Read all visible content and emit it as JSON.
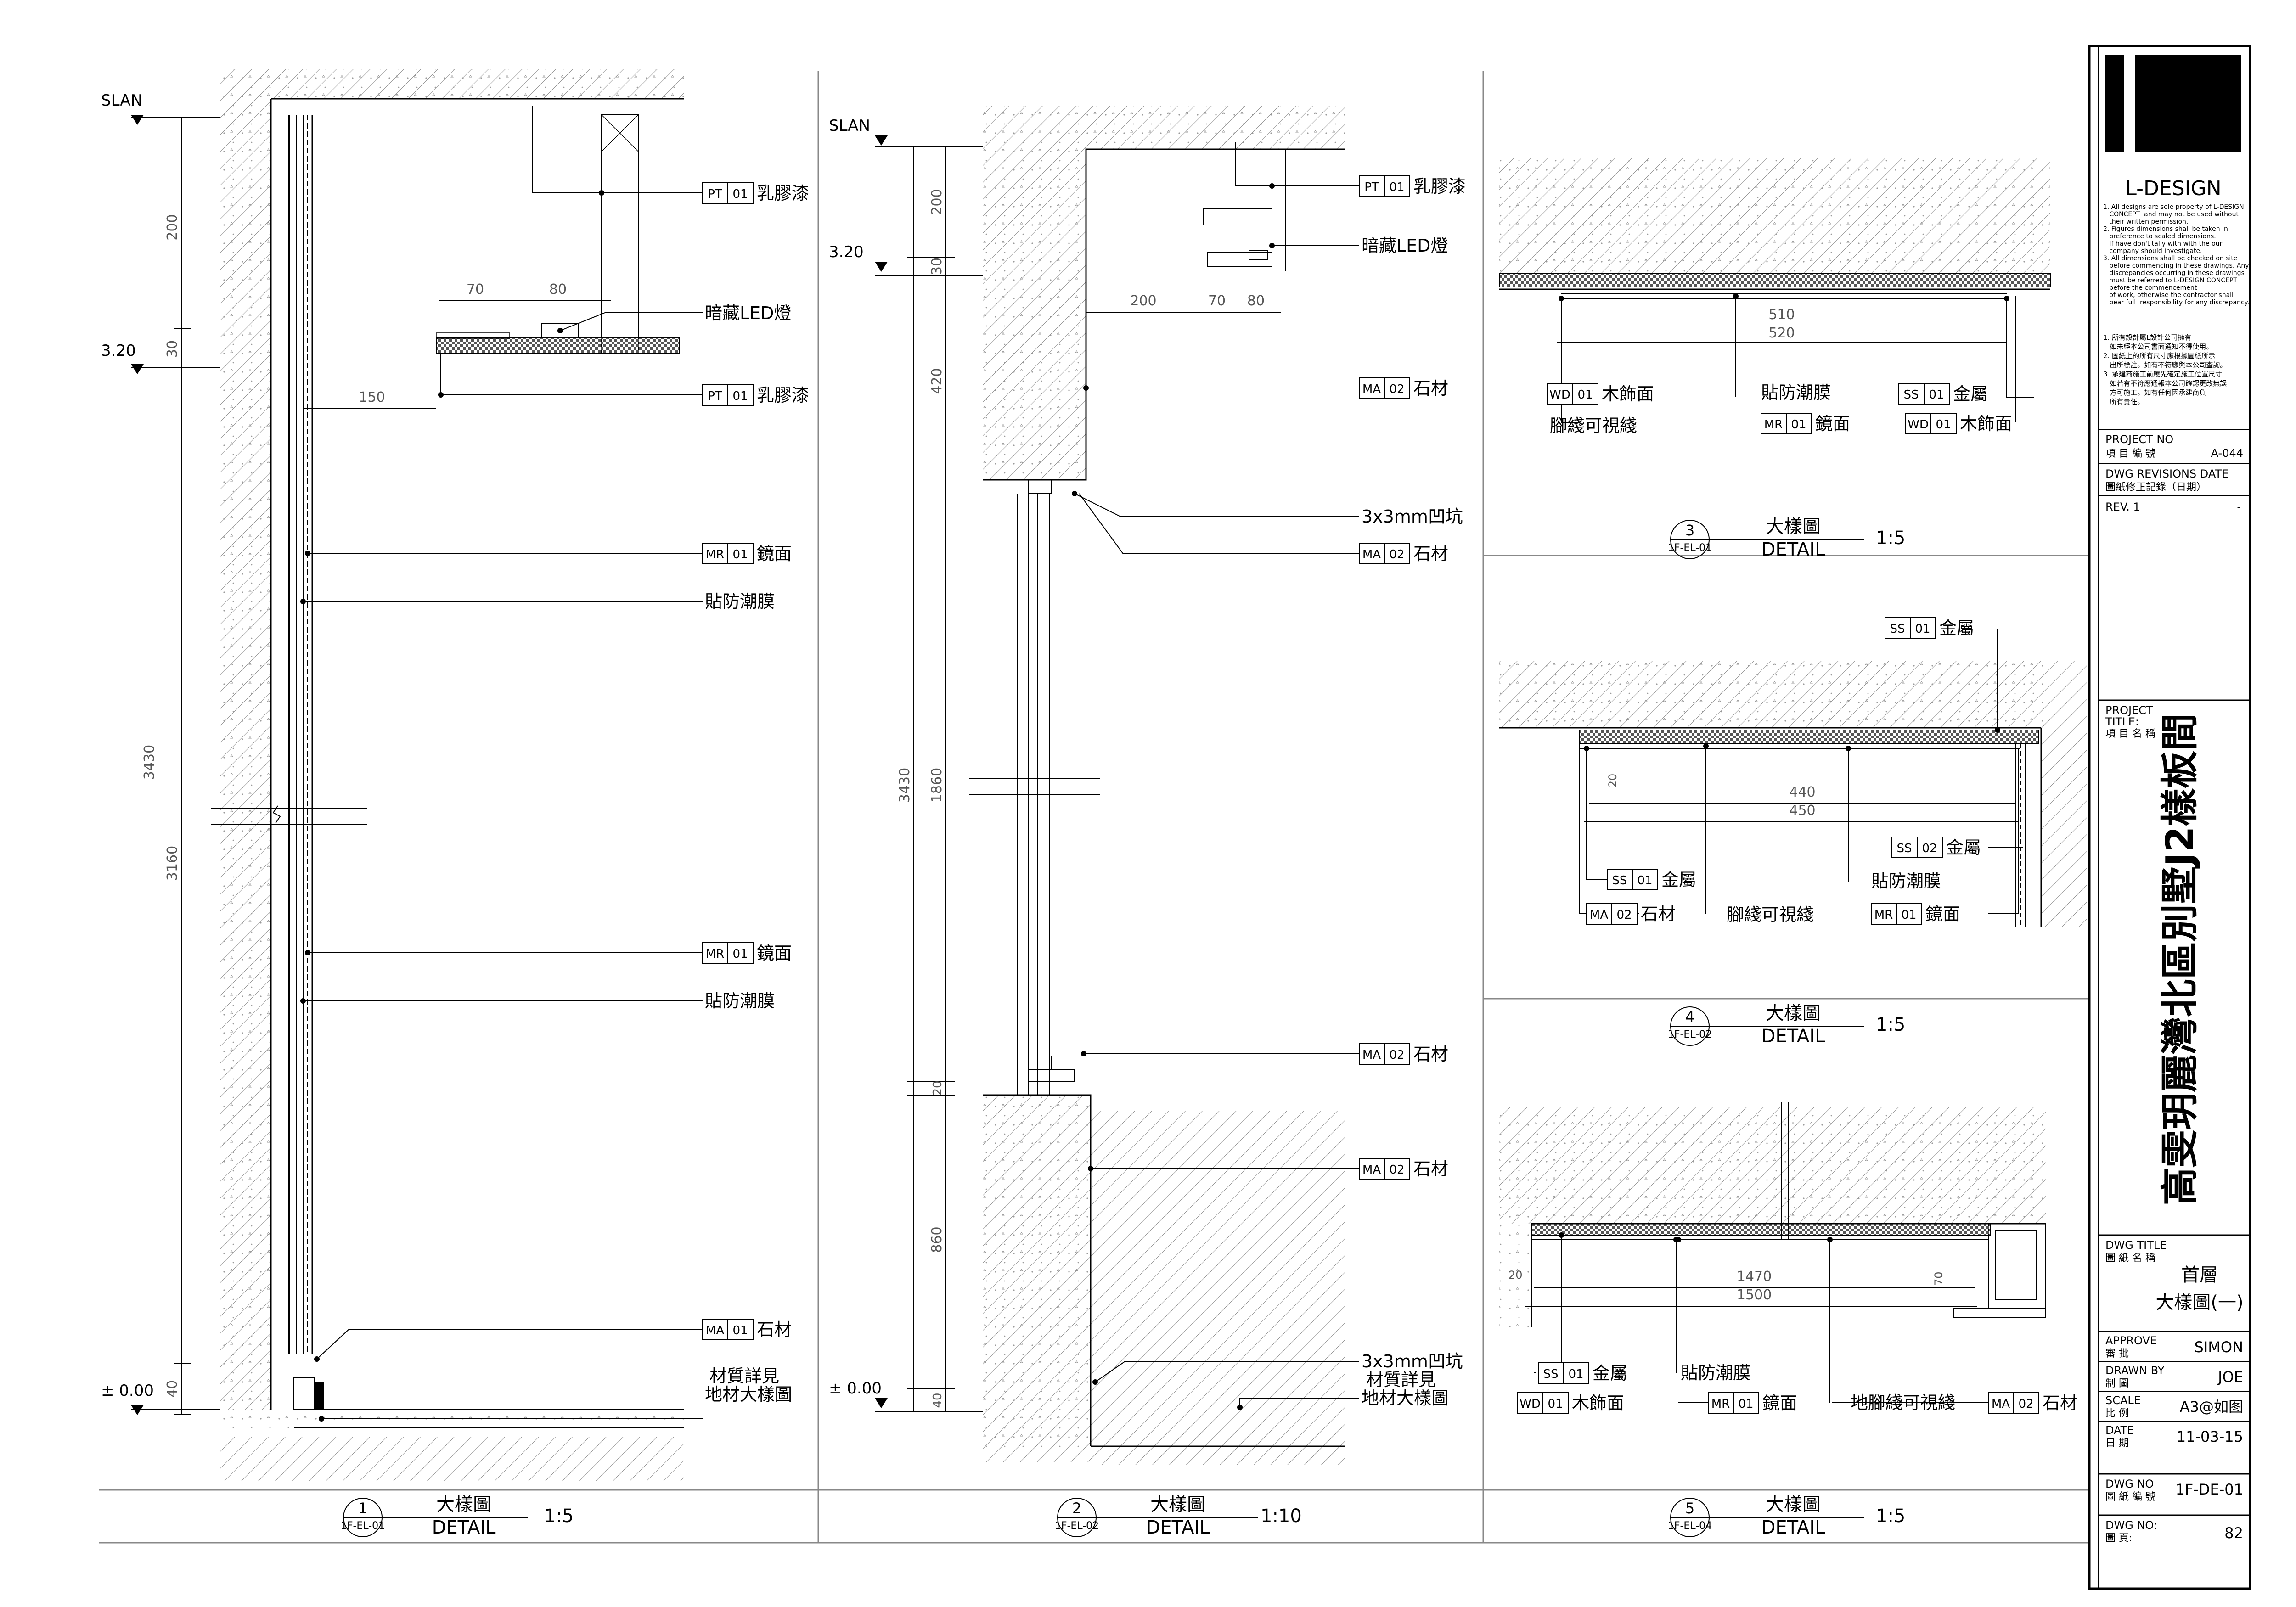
{
  "title_block": {
    "logo_text": "L-DESIGN",
    "notes_en": [
      "1. All designs are sole property of L-DESIGN",
      "   CONCEPT  and may not be used without",
      "   their written permission.",
      "2. Figures dimensions shall be taken in",
      "   preference to scaled dimensions.",
      "   If have don't tally with with the our",
      "   company should investigate.",
      "3. All dimensions shall be checked on site",
      "   before commencing in these drawings. Any",
      "   discrepancies occurring in these drawings",
      "   must be referred to L-DESIGN CONCEPT",
      "   before the commencement",
      "   of work, otherwise the contractor shall",
      "   bear full  responsibility for any discrepancy."
    ],
    "notes_zh": [
      "1. 所有設計屬L設計公司擁有",
      "   如未經本公司書面通知不得使用。",
      "2. 圖紙上的所有尺寸應根據圖紙所示",
      "   出所標註。如有不符應與本公司查詢。",
      "3. 承建商施工前應先確定施工位置尺寸",
      "   如若有不符應通報本公司確認更改無誤",
      "   方可施工。如有任何因承建商負",
      "   所有責任。"
    ],
    "project_no_label": "PROJECT NO",
    "project_no_label_zh": "項 目 編 號",
    "project_no": "A-044",
    "revisions_label": "DWG REVISIONS DATE",
    "revisions_label_zh": "圖紙修正記錄（日期）",
    "rev": "REV. 1",
    "rev_value": "-",
    "project_title_label": "PROJECT",
    "project_title_label2": "TITLE:",
    "project_title_label_zh": "項 目 名 稱",
    "project_title": "高雯玥麗灣北區別墅J2樣板間",
    "dwg_title_label": "DWG TITLE",
    "dwg_title_label_zh": "圖 紙 名 稱",
    "dwg_title_1": "首層",
    "dwg_title_2": "大樣圖(一)",
    "approve_label": "APPROVE",
    "approve_label_zh": "審   批",
    "approve": "SIMON",
    "drawn_label": "DRAWN BY",
    "drawn_label_zh": "制   圖",
    "drawn": "JOE",
    "scale_label": "SCALE",
    "scale_label_zh": "比   例",
    "scale": "A3@如图",
    "date_label": "DATE",
    "date_label_zh": "日   期",
    "date": "11-03-15",
    "dwg_no_label": "DWG NO",
    "dwg_no_label_zh": "圖 紙 編 號",
    "dwg_no": "1F-DE-01",
    "page_label": "DWG NO:",
    "page_label_zh": "圖   頁:",
    "page": "82"
  },
  "levels": {
    "slan": "SLAN",
    "l320": "3.20",
    "l000": "± 0.00"
  },
  "materials": {
    "pt01": {
      "code": "PT",
      "num": "01",
      "name": "乳膠漆"
    },
    "mr01": {
      "code": "MR",
      "num": "01",
      "name": "鏡面"
    },
    "ma01": {
      "code": "MA",
      "num": "01",
      "name": "石材"
    },
    "ma02": {
      "code": "MA",
      "num": "02",
      "name": "石材"
    },
    "wd01": {
      "code": "WD",
      "num": "01",
      "name": "木飾面"
    },
    "ss01": {
      "code": "SS",
      "num": "01",
      "name": "金屬"
    },
    "ss02": {
      "code": "SS",
      "num": "02",
      "name": "金屬"
    }
  },
  "labels": {
    "led": "暗藏LED燈",
    "moisture": "貼防潮膜",
    "material_ref_1": "材質詳見",
    "material_ref_2": "地材大樣圖",
    "groove": "3x3mm凹坑",
    "skirting_visible": "腳綫可視綫",
    "floor_skirting_visible": "地腳綫可視綫"
  },
  "details": [
    {
      "num": "1",
      "ref": "1F-EL-01",
      "title": "大樣圖",
      "sub": "DETAIL",
      "scale": "1:5"
    },
    {
      "num": "2",
      "ref": "1F-EL-02",
      "title": "大樣圖",
      "sub": "DETAIL",
      "scale": "1:10"
    },
    {
      "num": "3",
      "ref": "1F-EL-01",
      "title": "大樣圖",
      "sub": "DETAIL",
      "scale": "1:5"
    },
    {
      "num": "4",
      "ref": "1F-EL-02",
      "title": "大樣圖",
      "sub": "DETAIL",
      "scale": "1:5"
    },
    {
      "num": "5",
      "ref": "1F-EL-04",
      "title": "大樣圖",
      "sub": "DETAIL",
      "scale": "1:5"
    }
  ],
  "dims": {
    "d1": [
      "200",
      "30",
      "3430",
      "3160",
      "40",
      "70",
      "80",
      "150"
    ],
    "d2": [
      "200",
      "30",
      "420",
      "3430",
      "1860",
      "20",
      "860",
      "40",
      "200",
      "70",
      "80"
    ],
    "d3": [
      "510",
      "520"
    ],
    "d4": [
      "440",
      "450",
      "20"
    ],
    "d5": [
      "1470",
      "1500",
      "20",
      "70"
    ]
  }
}
